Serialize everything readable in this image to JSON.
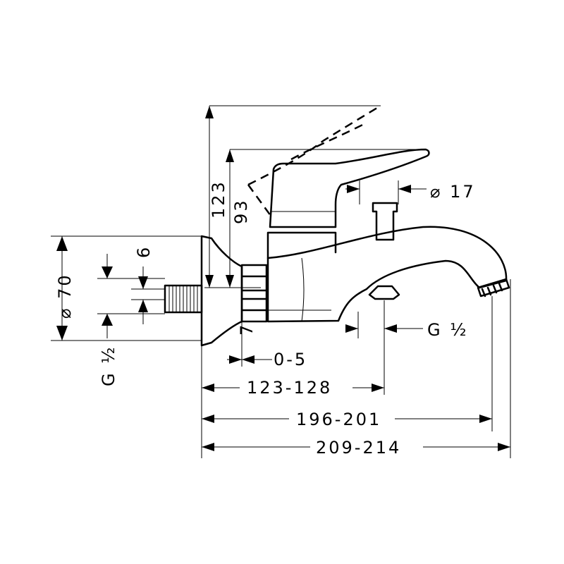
{
  "drawing": {
    "dimensions": {
      "height_max": "123",
      "height_min": "93",
      "handle_diameter": "⌀ 17",
      "thread_length": "6",
      "flange_diameter": "⌀ 70",
      "inlet_thread": "G ½",
      "nut_width": "7",
      "adjust_range": "0-5",
      "diverter_distance": "123-128",
      "spout_distance": "196-201",
      "total_length": "209-214",
      "outlet_thread": "G ½"
    }
  }
}
